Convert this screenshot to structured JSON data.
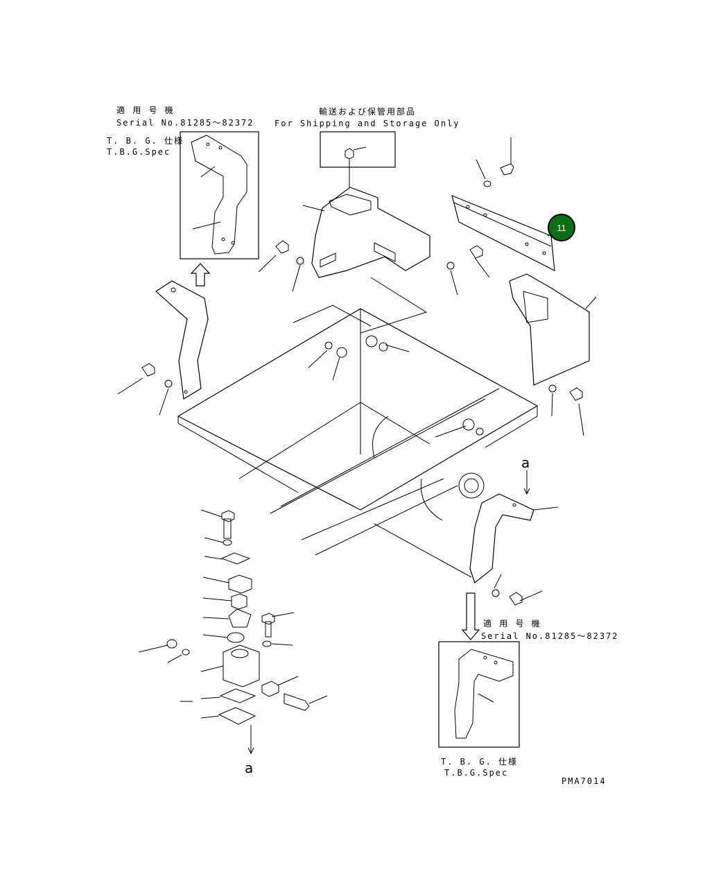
{
  "labels": {
    "left_serial_jp": "適 用 号 機",
    "left_serial_no": "Serial No.81285～82372",
    "left_tbg_jp": "T. B. G. 仕様",
    "left_tbg_spec": "T.B.G.Spec",
    "shipping_jp": "輸送および保管用部品",
    "shipping_en": "For Shipping and Storage Only",
    "right_serial_jp": "適 用 号 機",
    "right_serial_no": "Serial No.81285～82372",
    "right_tbg_jp": "T. B. G. 仕様",
    "right_tbg_spec": "T.B.G.Spec",
    "ref_a_top": "a",
    "ref_a_bottom": "a",
    "drawing_code": "PMA7014"
  },
  "callouts": [
    {
      "number": "11",
      "color": "#0a6e14"
    }
  ]
}
